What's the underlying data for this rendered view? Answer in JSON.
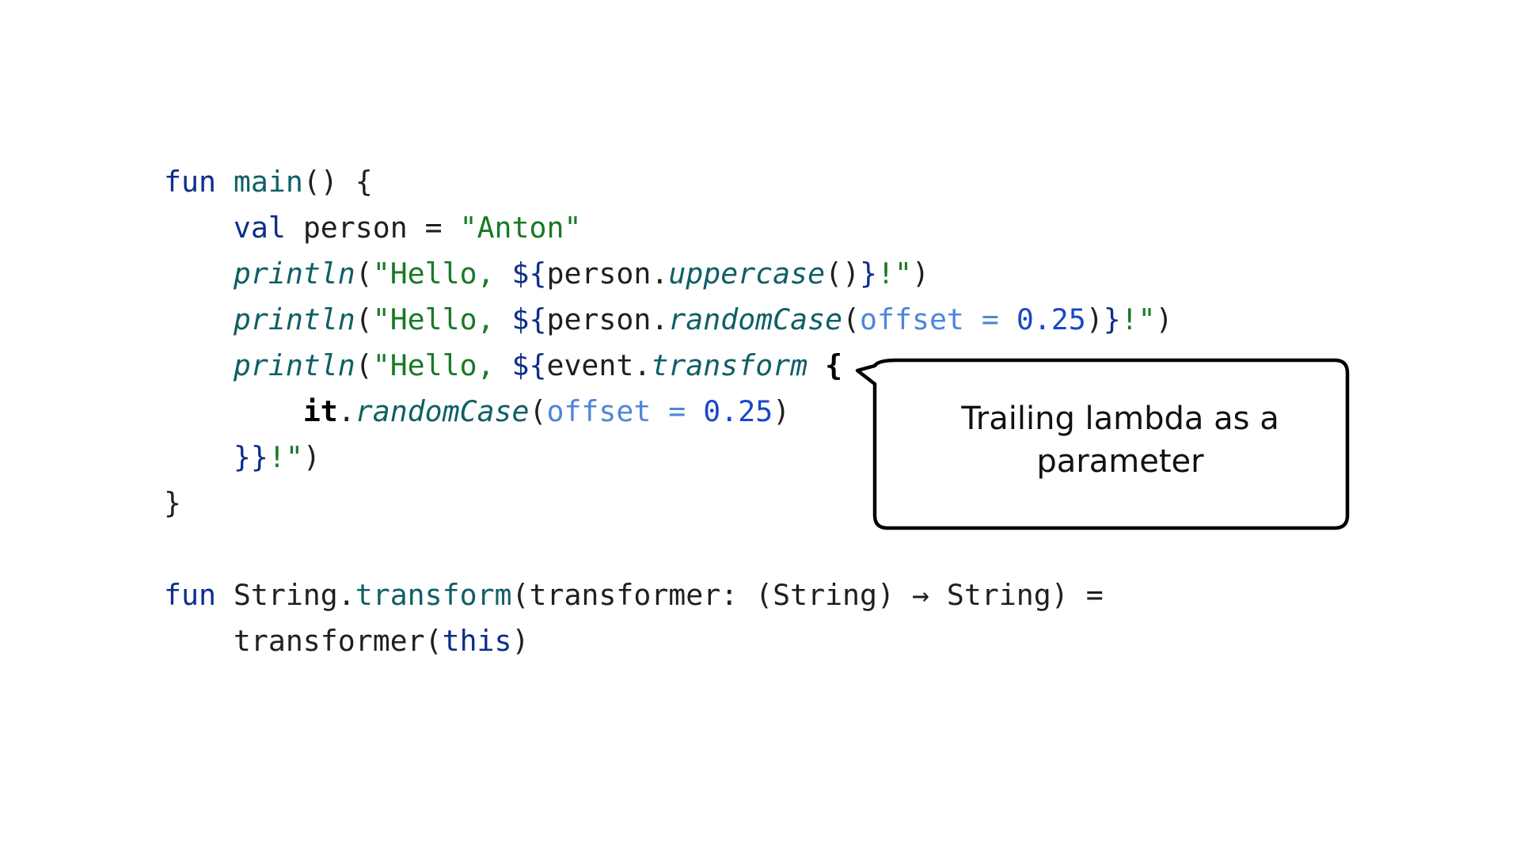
{
  "code": {
    "lines": [
      [
        {
          "t": "fun",
          "c": "kw"
        },
        {
          "t": " ",
          "c": "plain"
        },
        {
          "t": "main",
          "c": "fn"
        },
        {
          "t": "() {",
          "c": "plain"
        }
      ],
      [
        {
          "t": "    ",
          "c": "plain"
        },
        {
          "t": "val",
          "c": "kw"
        },
        {
          "t": " person = ",
          "c": "plain"
        },
        {
          "t": "\"Anton\"",
          "c": "str"
        }
      ],
      [
        {
          "t": "    ",
          "c": "plain"
        },
        {
          "t": "println",
          "c": "call"
        },
        {
          "t": "(",
          "c": "plain"
        },
        {
          "t": "\"Hello, ",
          "c": "str"
        },
        {
          "t": "${",
          "c": "tpl"
        },
        {
          "t": "person.",
          "c": "plain"
        },
        {
          "t": "uppercase",
          "c": "call"
        },
        {
          "t": "()",
          "c": "plain"
        },
        {
          "t": "}",
          "c": "tpl"
        },
        {
          "t": "!\"",
          "c": "str"
        },
        {
          "t": ")",
          "c": "plain"
        }
      ],
      [
        {
          "t": "    ",
          "c": "plain"
        },
        {
          "t": "println",
          "c": "call"
        },
        {
          "t": "(",
          "c": "plain"
        },
        {
          "t": "\"Hello, ",
          "c": "str"
        },
        {
          "t": "${",
          "c": "tpl"
        },
        {
          "t": "person.",
          "c": "plain"
        },
        {
          "t": "randomCase",
          "c": "call"
        },
        {
          "t": "(",
          "c": "plain"
        },
        {
          "t": "offset = ",
          "c": "prm"
        },
        {
          "t": "0.25",
          "c": "num"
        },
        {
          "t": ")",
          "c": "plain"
        },
        {
          "t": "}",
          "c": "tpl"
        },
        {
          "t": "!\"",
          "c": "str"
        },
        {
          "t": ")",
          "c": "plain"
        }
      ],
      [
        {
          "t": "    ",
          "c": "plain"
        },
        {
          "t": "println",
          "c": "call"
        },
        {
          "t": "(",
          "c": "plain"
        },
        {
          "t": "\"Hello, ",
          "c": "str"
        },
        {
          "t": "${",
          "c": "tpl"
        },
        {
          "t": "event.",
          "c": "plain"
        },
        {
          "t": "transform",
          "c": "call"
        },
        {
          "t": " ",
          "c": "plain"
        },
        {
          "t": "{",
          "c": "bold"
        }
      ],
      [
        {
          "t": "        ",
          "c": "plain"
        },
        {
          "t": "it",
          "c": "bold"
        },
        {
          "t": ".",
          "c": "plain"
        },
        {
          "t": "randomCase",
          "c": "call"
        },
        {
          "t": "(",
          "c": "plain"
        },
        {
          "t": "offset = ",
          "c": "prm"
        },
        {
          "t": "0.25",
          "c": "num"
        },
        {
          "t": ")",
          "c": "plain"
        }
      ],
      [
        {
          "t": "    ",
          "c": "plain"
        },
        {
          "t": "}}",
          "c": "tpl"
        },
        {
          "t": "!\"",
          "c": "str"
        },
        {
          "t": ")",
          "c": "plain"
        }
      ],
      [
        {
          "t": "}",
          "c": "plain"
        }
      ],
      [],
      [
        {
          "t": "fun",
          "c": "kw"
        },
        {
          "t": " String.",
          "c": "plain"
        },
        {
          "t": "transform",
          "c": "fn"
        },
        {
          "t": "(transformer: (String) → String) =",
          "c": "plain"
        }
      ],
      [
        {
          "t": "    transformer(",
          "c": "plain"
        },
        {
          "t": "this",
          "c": "kw"
        },
        {
          "t": ")",
          "c": "plain"
        }
      ]
    ]
  },
  "callout": {
    "line1": "Trailing lambda as a",
    "line2": "parameter"
  }
}
